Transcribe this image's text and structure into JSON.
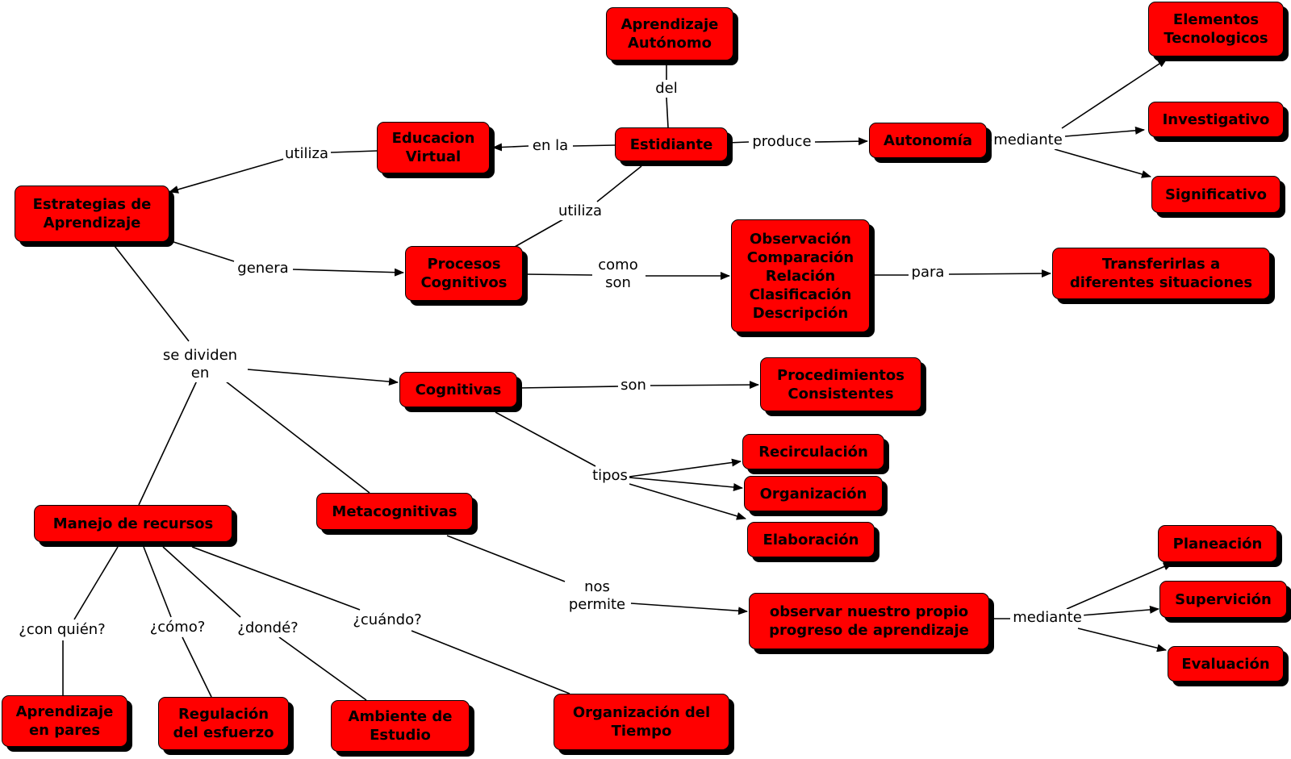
{
  "nodes": {
    "aprendizaje_autonomo": "Aprendizaje\nAutónomo",
    "elementos_tecnologicos": "Elementos\nTecnologicos",
    "investigativo": "Investigativo",
    "significativo": "Significativo",
    "educacion_virtual": "Educacion\nVirtual",
    "estidiante": "Estidiante",
    "autonomia": "Autonomía",
    "estrategias": "Estrategias de\nAprendizaje",
    "procesos_cognitivos": "Procesos\nCognitivos",
    "observacion": "Observación\nComparación\nRelación\nClasificación\nDescripción",
    "transferirlas": "Transferirlas a\ndiferentes situaciones",
    "cognitivas": "Cognitivas",
    "procedimientos": "Procedimientos\nConsistentes",
    "recirculacion": "Recirculación",
    "organizacion": "Organización",
    "elaboracion": "Elaboración",
    "manejo_recursos": "Manejo de recursos",
    "metacognitivas": "Metacognitivas",
    "planeacion": "Planeación",
    "supervicion": "Supervición",
    "evaluacion": "Evaluación",
    "observar_progreso": "observar nuestro propio\nprogreso de aprendizaje",
    "aprendizaje_pares": "Aprendizaje\nen pares",
    "regulacion": "Regulación\ndel esfuerzo",
    "ambiente": "Ambiente de\nEstudio",
    "organizacion_tiempo": "Organización del\nTiempo"
  },
  "links": {
    "del": "del",
    "en_la": "en la",
    "produce": "produce",
    "mediante_autonomia": "mediante",
    "utiliza_educacion": "utiliza",
    "utiliza_estidiante": "utiliza",
    "genera": "genera",
    "como_son": "como\nson",
    "para": "para",
    "se_dividen_en": "se dividen\nen",
    "son": "son",
    "tipos": "tipos",
    "nos_permite": "nos\npermite",
    "mediante_observar": "mediante",
    "con_quien": "¿con quién?",
    "como": "¿cómo?",
    "donde": "¿dondé?",
    "cuando": "¿cuándo?"
  },
  "colors": {
    "node_fill": "#ff0000",
    "node_border": "#000000",
    "shadow": "#000000",
    "line": "#000000",
    "background": "#ffffff"
  }
}
